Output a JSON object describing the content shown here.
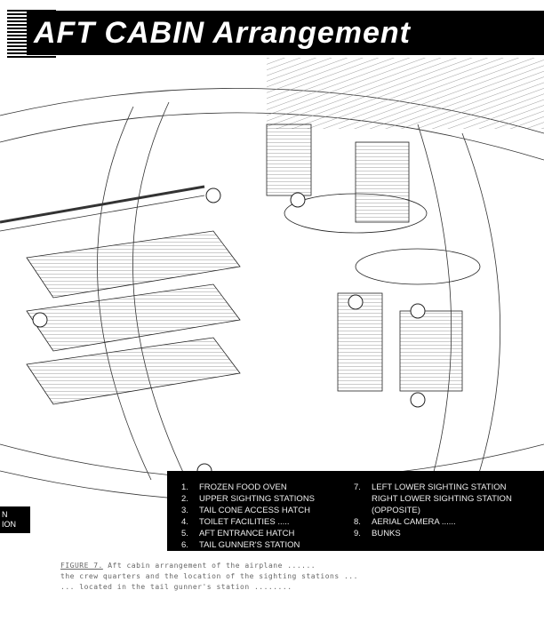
{
  "title": "AFT CABIN Arrangement",
  "side_label": [
    "N",
    "ION"
  ],
  "legend": {
    "left": [
      {
        "num": "1.",
        "label": "FROZEN FOOD OVEN"
      },
      {
        "num": "2.",
        "label": "UPPER SIGHTING STATIONS"
      },
      {
        "num": "3.",
        "label": "TAIL CONE ACCESS HATCH"
      },
      {
        "num": "4.",
        "label": "TOILET FACILITIES ....."
      },
      {
        "num": "5.",
        "label": "AFT ENTRANCE HATCH"
      },
      {
        "num": "6.",
        "label": "TAIL GUNNER'S STATION"
      }
    ],
    "right": [
      {
        "num": "7.",
        "label": "LEFT LOWER SIGHTING STATION"
      },
      {
        "num": "",
        "label": "RIGHT LOWER SIGHTING STATION"
      },
      {
        "num": "",
        "label": "(OPPOSITE)"
      },
      {
        "num": "8.",
        "label": "AERIAL CAMERA ......"
      },
      {
        "num": "9.",
        "label": "BUNKS"
      }
    ]
  },
  "caption": {
    "figure": "FIGURE 7.",
    "lines": [
      "Aft cabin arrangement of the airplane ......",
      "the crew quarters and the location of the sighting stations ...",
      "... located in the tail gunner's station ........"
    ]
  }
}
